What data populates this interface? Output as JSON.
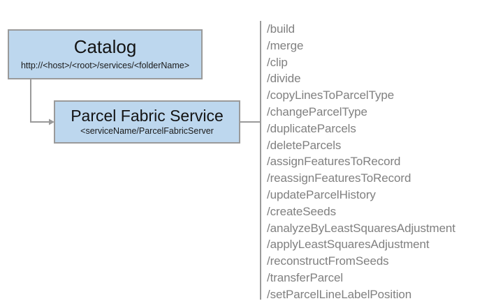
{
  "diagram": {
    "type": "service-endpoint-diagram",
    "colors": {
      "node_fill": "#bdd7ee",
      "node_border": "#9a9a9a",
      "connector": "#9a9a9a",
      "node_text": "#131313",
      "operation_text": "#808080",
      "background": "#ffffff"
    },
    "nodes": [
      {
        "id": "catalog",
        "title": "Catalog",
        "subtitle": "http://<host>/<root>/services/<folderName>"
      },
      {
        "id": "parcel-fabric-service",
        "title": "Parcel Fabric Service",
        "subtitle": "<serviceName/ParcelFabricServer"
      }
    ],
    "connectors": [
      {
        "id": "catalog-to-service",
        "from": "catalog",
        "to": "parcel-fabric-service",
        "style": "elbow",
        "arrowhead": true
      },
      {
        "id": "service-to-operations",
        "from": "parcel-fabric-service",
        "to": "operations-panel",
        "style": "straight",
        "arrowhead": false
      }
    ]
  },
  "operations": {
    "items": [
      "/build",
      "/merge",
      "/clip",
      "/divide",
      "/copyLinesToParcelType",
      "/changeParcelType",
      "/duplicateParcels",
      "/deleteParcels",
      "/assignFeaturesToRecord",
      "/reassignFeaturesToRecord",
      "/updateParcelHistory",
      "/createSeeds",
      "/analyzeByLeastSquaresAdjustment",
      "/applyLeastSquaresAdjustment",
      "/reconstructFromSeeds",
      "/transferParcel",
      "/setParcelLineLabelPosition"
    ]
  }
}
